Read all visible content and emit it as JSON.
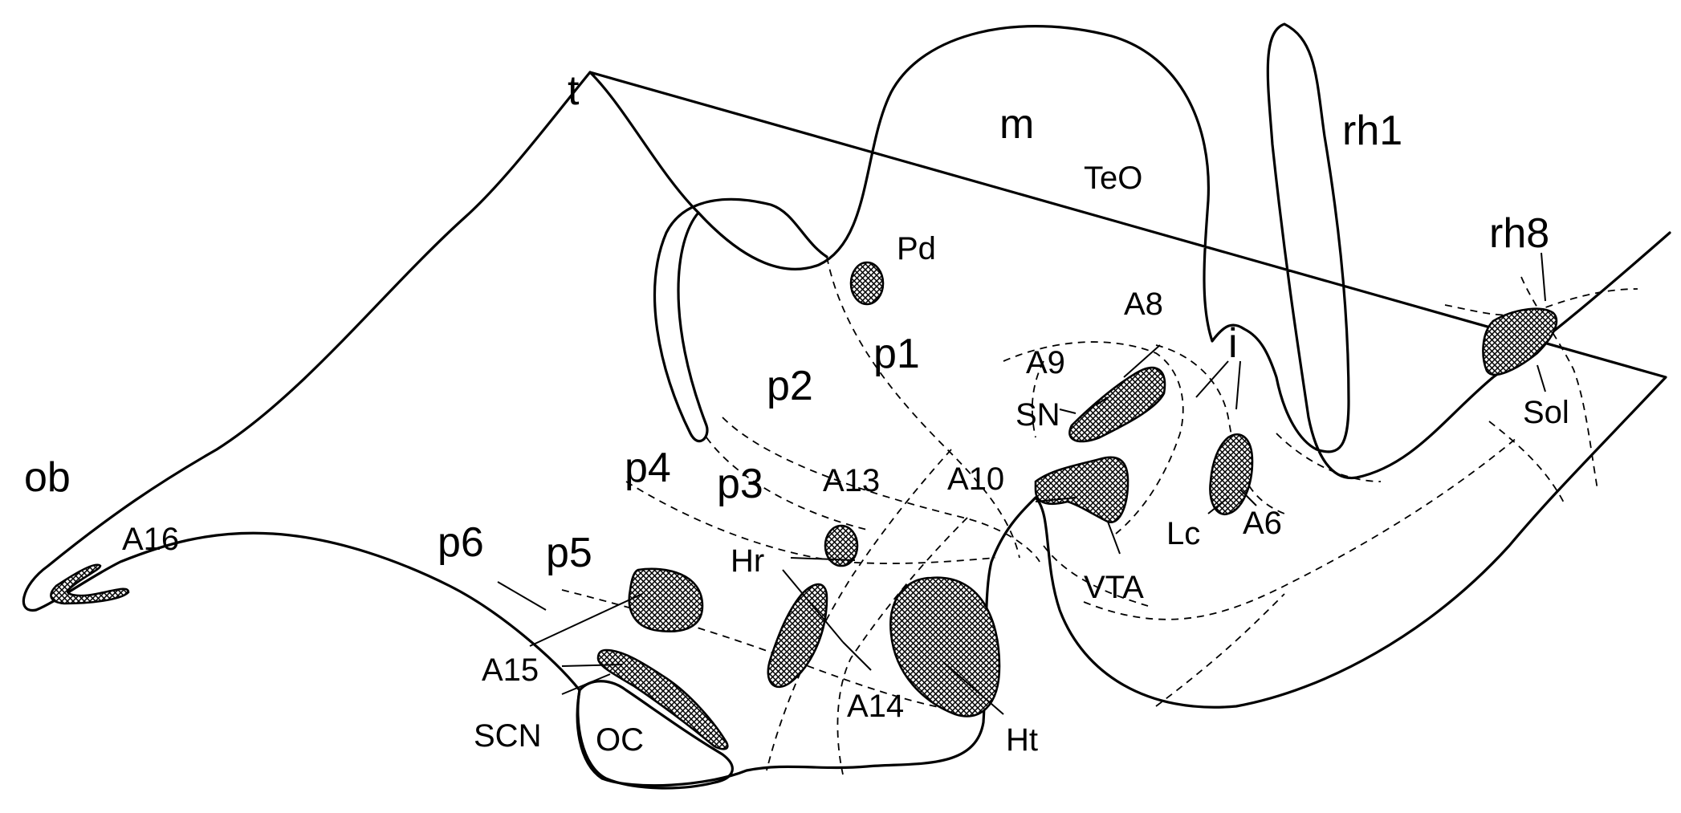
{
  "regions": {
    "t": "t",
    "m": "m",
    "rh1": "rh1",
    "rh8": "rh8",
    "ob": "ob",
    "p1": "p1",
    "p2": "p2",
    "p3": "p3",
    "p4": "p4",
    "p5": "p5",
    "p6": "p6",
    "i": "i"
  },
  "nuclei": {
    "TeO": "TeO",
    "Pd": "Pd",
    "A8": "A8",
    "A9": "A9",
    "SN": "SN",
    "A10": "A10",
    "VTA": "VTA",
    "A13": "A13",
    "Hr": "Hr",
    "A14": "A14",
    "Ht": "Ht",
    "A15": "A15",
    "SCN": "SCN",
    "OC": "OC",
    "A16": "A16",
    "Lc": "Lc",
    "A6": "A6",
    "Sol": "Sol"
  },
  "colors": {
    "stroke": "#000000",
    "background": "#ffffff"
  }
}
